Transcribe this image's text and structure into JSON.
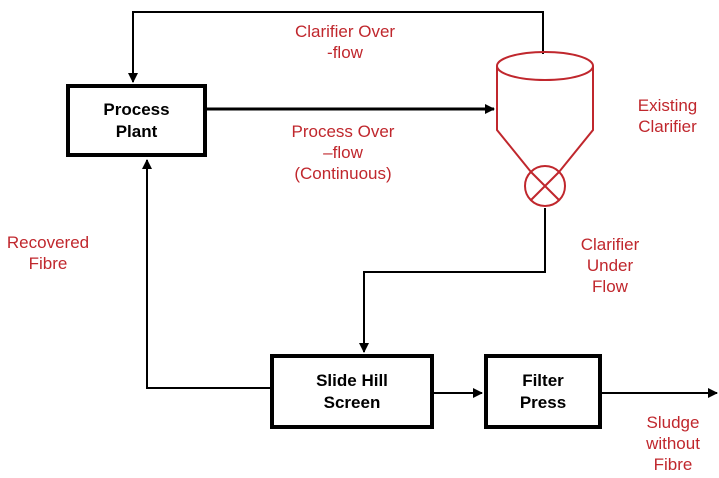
{
  "boxes": {
    "process_plant": [
      "Process",
      "Plant"
    ],
    "slide_hill_screen": [
      "Slide Hill",
      "Screen"
    ],
    "filter_press": [
      "Filter",
      "Press"
    ]
  },
  "labels": {
    "clarifier_overflow": [
      "Clarifier Over",
      "-flow"
    ],
    "process_overflow": [
      "Process Over",
      "–flow",
      "(Continuous)"
    ],
    "existing_clarifier": [
      "Existing",
      "Clarifier"
    ],
    "clarifier_underflow": [
      "Clarifier",
      "Under",
      "Flow"
    ],
    "recovered_fibre": [
      "Recovered",
      "Fibre"
    ],
    "sludge": [
      "Sludge",
      "without",
      "Fibre"
    ]
  },
  "colors": {
    "accent": "#c0272d",
    "line": "#000000"
  }
}
